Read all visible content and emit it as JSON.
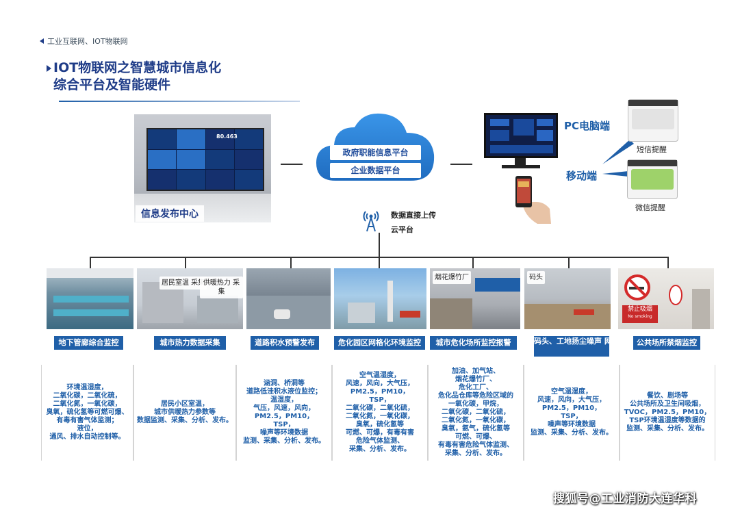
{
  "breadcrumb": "工业互联网、IOT物联网",
  "title": {
    "line1": "IOT物联网之智慧城市信息化",
    "line2": "综合平台及智能硬件"
  },
  "info_center": {
    "label": "信息发布中心",
    "screen_number": "80.463"
  },
  "cloud": {
    "platform1": "政府职能信息平台",
    "platform2": "企业数据平台"
  },
  "upload": {
    "line1": "数据直接上传",
    "line2": "云平台"
  },
  "terminals": {
    "pc_label": "PC电脑端",
    "mobile_label": "移动端",
    "sms_label": "短信提醒",
    "wechat_label": "微信提醒"
  },
  "categories": [
    {
      "title": "地下管廊综合监控",
      "desc": "环境温湿度，\n二氧化碳，二氧化硫，\n二氧化氮，一氧化碳，\n臭氧，硫化氢等可燃可爆、\n有毒有害气体监测；\n液位，\n通风、排水自动控制等。"
    },
    {
      "title": "城市热力数据采集",
      "desc": "居民小区室温，\n城市供暖热力参数等\n数据监测、采集、分析、发布。",
      "tags": [
        "居民室温\n采集",
        "供暖热力\n采集"
      ]
    },
    {
      "title": "道路积水预警发布",
      "desc": "涵洞、桥洞等\n道路低洼积水液位监控；\n温湿度，\n气压，风速，风向，\nPM2.5，PM10，\nTSP，\n噪声等环境数据\n监测、采集、分析、发布。"
    },
    {
      "title": "危化园区网格化环境监控",
      "desc": "空气温湿度，\n风速，风向，大气压，\nPM2.5，PM10，\nTSP，\n二氧化碳，二氧化硫，\n二氧化氮，一氧化碳，\n臭氧，硫化氢等\n可燃、可爆，有毒有害\n危险气体监测、\n采集、分析、发布。"
    },
    {
      "title": "城市危化场所监控报警",
      "desc": "加油、加气站、\n烟花爆竹厂、\n危化工厂、\n危化品仓库等危险区域的\n一氧化碳，甲烷，\n二氧化碳，二氧化硫，\n二氧化氮，一氧化碳，\n臭氧，氨气，硫化氢等\n可燃、可爆、\n有毒有害危险气体监测、\n采集、分析、发布。",
      "tags": [
        "烟花爆竹厂"
      ]
    },
    {
      "title": "码头、工地扬尘噪声\n网格化环境监控",
      "desc": "空气温湿度，\n风速，风向，大气压，\nPM2.5，PM10，\nTSP，\n噪声等环境数据\n监测、采集、分析、发布。",
      "tags": [
        "码头"
      ]
    },
    {
      "title": "公共场所禁烟监控",
      "desc": "餐饮、剧场等\n公共场所及卫生间吸烟，\nTVOC，PM2.5，PM10，\nTSP环境温湿度等数据的\n监测、采集、分析、发布。",
      "tags": [
        "禁止吸烟",
        "No smoking"
      ]
    }
  ],
  "watermark": "搜狐号@工业消防大连华科",
  "colors": {
    "brand": "#1f5fa8",
    "title": "#1f3c88",
    "cloud": "#2a7fd4"
  },
  "icons": [
    "signal-tower-icon",
    "cloud-icon",
    "monitor-icon",
    "phone-icon",
    "no-smoking-icon"
  ]
}
